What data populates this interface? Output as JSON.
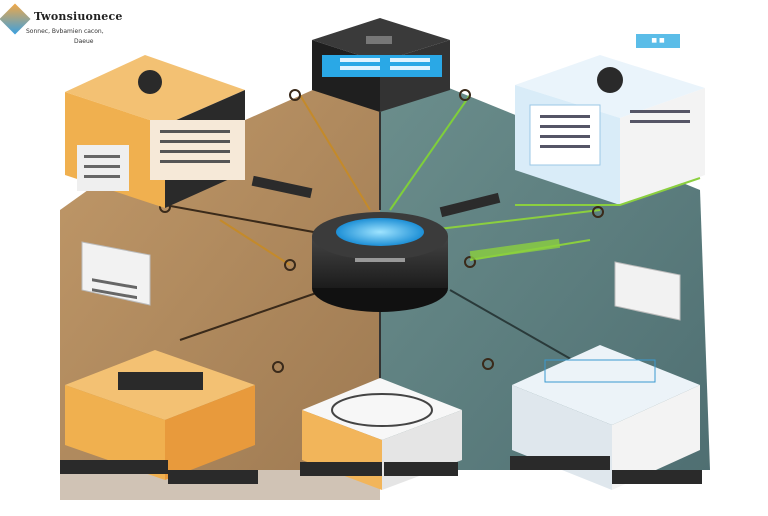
{
  "header": {
    "title": "Twonsiuonece",
    "subtitle_1": "Sonnec, Bvbamien cacon,",
    "subtitle_2": "Daeue"
  },
  "corner_tag": "■ ■",
  "hub": {
    "label": ""
  },
  "colors": {
    "orange": "#f2b55a",
    "orange_dark": "#e8993a",
    "blue_light": "#d9ecf8",
    "gray_box": "#e6e6e6",
    "panel_tan": "#b38b5b",
    "panel_teal": "#5f8080",
    "accent_cyan": "#2aa8e6",
    "accent_green": "#8bcf3f",
    "dark": "#2c2c2c"
  }
}
